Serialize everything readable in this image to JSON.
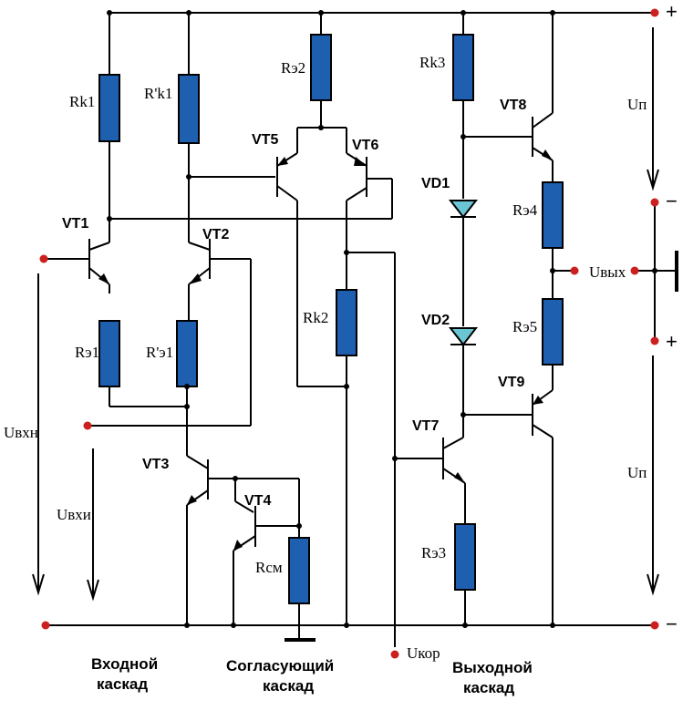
{
  "colors": {
    "resistor": "#1f5fb0",
    "diode": "#6ac6d4",
    "terminal": "#cc1f1f",
    "wire": "#000000"
  },
  "resistors": {
    "rk1": "Rk1",
    "rk1p": "R'k1",
    "re2": "Rэ2",
    "rk3": "Rk3",
    "re1": "Rэ1",
    "re1p": "R'э1",
    "rk2": "Rk2",
    "rsm": "Rсм",
    "re4": "Rэ4",
    "re5": "Rэ5",
    "re3": "Rэ3"
  },
  "transistors": [
    "VT1",
    "VT2",
    "VT3",
    "VT4",
    "VT5",
    "VT6",
    "VT7",
    "VT8",
    "VT9"
  ],
  "diodes": [
    "VD1",
    "VD2"
  ],
  "signals": {
    "u_vhn": "Uвхн",
    "u_vhi": "Uвхи",
    "u_kor": "Uкор",
    "u_vyh": "Uвых",
    "u_p_top": "Uп",
    "u_p_bottom": "Uп"
  },
  "polarity": {
    "top_plus": "+",
    "mid_minus": "−",
    "mid_plus": "+",
    "bottom_minus": "−"
  },
  "captions": {
    "input_1": "Входной",
    "input_2": "каскад",
    "match_1": "Согласующий",
    "match_2": "каскад",
    "output_1": "Выходной",
    "output_2": "каскад"
  }
}
